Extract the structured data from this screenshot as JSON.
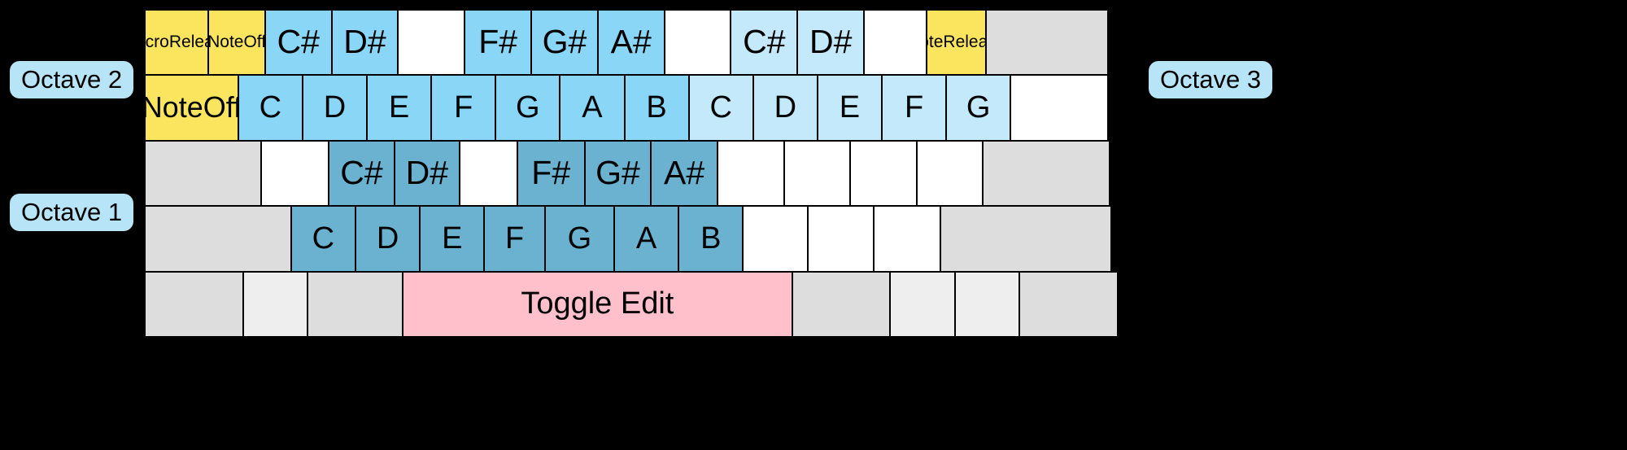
{
  "labels": {
    "octave_left_top": "Octave 2",
    "octave_left_bottom": "Octave 1",
    "octave_right": "Octave 3"
  },
  "colors": {
    "white": "#ffffff",
    "grey": "#dddddd",
    "grey_light": "#eeeeee",
    "yellow": "#fbe55e",
    "blue": "#8ad6f7",
    "blue_light": "#c3e9fa",
    "blue_dark": "#6bb2d0",
    "pink": "#ffc0cb",
    "pill": "#b7e4f7"
  },
  "rows": [
    {
      "name": "octave2-sharps-row",
      "keys": [
        {
          "label": "Macro\nRelease",
          "color": "yellow",
          "size": "sm",
          "w": 7.1
        },
        {
          "label": "Note\nOff",
          "color": "yellow",
          "size": "sm",
          "w": 6.3
        },
        {
          "label": "C#",
          "color": "blue",
          "size": "lg",
          "w": 7.4
        },
        {
          "label": "D#",
          "color": "blue",
          "size": "lg",
          "w": 7.4
        },
        {
          "label": "",
          "color": "white",
          "size": "lg",
          "w": 7.4
        },
        {
          "label": "F#",
          "color": "blue",
          "size": "lg",
          "w": 7.4
        },
        {
          "label": "G#",
          "color": "blue",
          "size": "lg",
          "w": 7.4
        },
        {
          "label": "A#",
          "color": "blue",
          "size": "lg",
          "w": 7.4
        },
        {
          "label": "",
          "color": "white",
          "size": "lg",
          "w": 7.4
        },
        {
          "label": "C#",
          "color": "blue_light",
          "size": "lg",
          "w": 7.4
        },
        {
          "label": "D#",
          "color": "blue_light",
          "size": "lg",
          "w": 7.4
        },
        {
          "label": "",
          "color": "white",
          "size": "lg",
          "w": 7.0
        },
        {
          "label": "Note\nRelease",
          "color": "yellow",
          "size": "sm",
          "w": 6.6
        },
        {
          "label": "",
          "color": "grey",
          "size": "lg",
          "w": 13.4
        }
      ]
    },
    {
      "name": "octave2-naturals-row",
      "keys": [
        {
          "label": "Note\nOff",
          "color": "yellow",
          "size": "md",
          "w": 9.5
        },
        {
          "label": "C",
          "color": "blue",
          "size": "xl",
          "w": 6.6
        },
        {
          "label": "D",
          "color": "blue",
          "size": "xl",
          "w": 6.6
        },
        {
          "label": "E",
          "color": "blue",
          "size": "xl",
          "w": 6.6
        },
        {
          "label": "F",
          "color": "blue",
          "size": "xl",
          "w": 6.6
        },
        {
          "label": "G",
          "color": "blue",
          "size": "xl",
          "w": 6.6
        },
        {
          "label": "A",
          "color": "blue",
          "size": "xl",
          "w": 6.6
        },
        {
          "label": "B",
          "color": "blue",
          "size": "xl",
          "w": 6.6
        },
        {
          "label": "C",
          "color": "blue_light",
          "size": "xl",
          "w": 6.6
        },
        {
          "label": "D",
          "color": "blue_light",
          "size": "xl",
          "w": 6.6
        },
        {
          "label": "E",
          "color": "blue_light",
          "size": "xl",
          "w": 6.6
        },
        {
          "label": "F",
          "color": "blue_light",
          "size": "xl",
          "w": 6.6
        },
        {
          "label": "G",
          "color": "blue_light",
          "size": "xl",
          "w": 6.6
        },
        {
          "label": "",
          "color": "white",
          "size": "xl",
          "w": 9.9
        }
      ]
    },
    {
      "name": "octave1-sharps-row",
      "keys": [
        {
          "label": "",
          "color": "grey",
          "size": "lg",
          "w": 12.0
        },
        {
          "label": "",
          "color": "white",
          "size": "lg",
          "w": 7.0
        },
        {
          "label": "C#",
          "color": "blue_dark",
          "size": "lg",
          "w": 6.8
        },
        {
          "label": "D#",
          "color": "blue_dark",
          "size": "lg",
          "w": 6.8
        },
        {
          "label": "",
          "color": "white",
          "size": "lg",
          "w": 6.0
        },
        {
          "label": "F#",
          "color": "blue_dark",
          "size": "lg",
          "w": 7.0
        },
        {
          "label": "G#",
          "color": "blue_dark",
          "size": "lg",
          "w": 6.9
        },
        {
          "label": "A#",
          "color": "blue_dark",
          "size": "lg",
          "w": 6.9
        },
        {
          "label": "",
          "color": "white",
          "size": "lg",
          "w": 6.9
        },
        {
          "label": "",
          "color": "white",
          "size": "lg",
          "w": 6.9
        },
        {
          "label": "",
          "color": "white",
          "size": "lg",
          "w": 6.9
        },
        {
          "label": "",
          "color": "white",
          "size": "lg",
          "w": 6.9
        },
        {
          "label": "",
          "color": "grey",
          "size": "lg",
          "w": 13.0
        }
      ]
    },
    {
      "name": "octave1-naturals-row",
      "keys": [
        {
          "label": "",
          "color": "grey",
          "size": "xl",
          "w": 15.0
        },
        {
          "label": "C",
          "color": "blue_dark",
          "size": "xl",
          "w": 6.7
        },
        {
          "label": "D",
          "color": "blue_dark",
          "size": "xl",
          "w": 6.7
        },
        {
          "label": "E",
          "color": "blue_dark",
          "size": "xl",
          "w": 6.7
        },
        {
          "label": "F",
          "color": "blue_dark",
          "size": "xl",
          "w": 6.3
        },
        {
          "label": "G",
          "color": "blue_dark",
          "size": "xl",
          "w": 7.2
        },
        {
          "label": "A",
          "color": "blue_dark",
          "size": "xl",
          "w": 6.7
        },
        {
          "label": "B",
          "color": "blue_dark",
          "size": "xl",
          "w": 6.7
        },
        {
          "label": "",
          "color": "white",
          "size": "xl",
          "w": 6.7
        },
        {
          "label": "",
          "color": "white",
          "size": "xl",
          "w": 6.9
        },
        {
          "label": "",
          "color": "white",
          "size": "xl",
          "w": 6.9
        },
        {
          "label": "",
          "color": "grey",
          "size": "xl",
          "w": 17.5
        }
      ]
    },
    {
      "name": "bottom-modifier-row",
      "keys": [
        {
          "label": "",
          "color": "grey",
          "size": "xl",
          "w": 10.2
        },
        {
          "label": "",
          "color": "grey_light",
          "size": "xl",
          "w": 6.8
        },
        {
          "label": "",
          "color": "grey",
          "size": "xl",
          "w": 9.9
        },
        {
          "label": "Toggle Edit",
          "color": "pink",
          "size": "xl",
          "w": 40.0
        },
        {
          "label": "",
          "color": "grey",
          "size": "xl",
          "w": 10.2
        },
        {
          "label": "",
          "color": "grey_light",
          "size": "xl",
          "w": 6.8
        },
        {
          "label": "",
          "color": "grey_light",
          "size": "xl",
          "w": 6.8
        },
        {
          "label": "",
          "color": "grey",
          "size": "xl",
          "w": 10.2
        }
      ]
    }
  ]
}
